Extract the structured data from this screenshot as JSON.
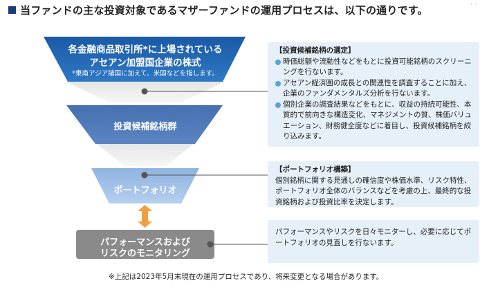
{
  "header": {
    "title": "当ファンドの主な投資対象であるマザーファンドの運用プロセスは、以下の通りです。",
    "page_mark": "ʼ ʼ"
  },
  "funnel": {
    "universe": {
      "line1": "各金融商品取引所*に上場されている",
      "line2": "アセアン加盟国企業の株式",
      "note": "*東南アジア諸国に加えて、米国などを指します。"
    },
    "candidates": {
      "label": "投資候補銘柄群"
    },
    "portfolio": {
      "label": "ポートフォリオ"
    },
    "monitoring": {
      "line1": "パフォーマンスおよび",
      "line2": "リスクのモニタリング"
    }
  },
  "boxes": {
    "selection": {
      "title": "【投資候補銘柄の選定】",
      "bullets": [
        "時価総額や流動性などをもとに投資可能銘柄のスクリーニングを行ないます。",
        "アセアン経済圏の成長との関連性を調査することに加え、企業のファンダメンタルズ分析を行ないます。",
        "個別企業の調査結果などをもとに、収益の持続可能性、本質的で前向きな構造変化、マネジメントの質、株価バリュエーション、財務健全度などに着目し、投資候補銘柄を絞り込みます。"
      ]
    },
    "construction": {
      "title": "【ポートフォリオ構築】",
      "text": "個別銘柄に関する見通しの確信度や株価水準、リスク特性、ポートフォリオ全体のバランスなどを考慮の上、最終的な投資銘柄および投資比率を決定します。"
    },
    "monitoring": {
      "text": "パフォーマンスやリスクを日々モニターし、必要に応じてポートフォリオの見直しを行ないます。"
    }
  },
  "footnote": "※上記は2023年5月末現在の運用プロセスであり、将来変更となる場合があります。",
  "colors": {
    "navy": "#1d3a7a",
    "funnel_top": "#1f5fa8",
    "funnel_mid": "#3e6cad",
    "funnel_low": "#7aa3d6",
    "monitor_gray": "#8a8a8a",
    "arrow_orange": "#f0a043",
    "box_bg": "#e6f0f8",
    "bullet": "#5aa2d8"
  }
}
